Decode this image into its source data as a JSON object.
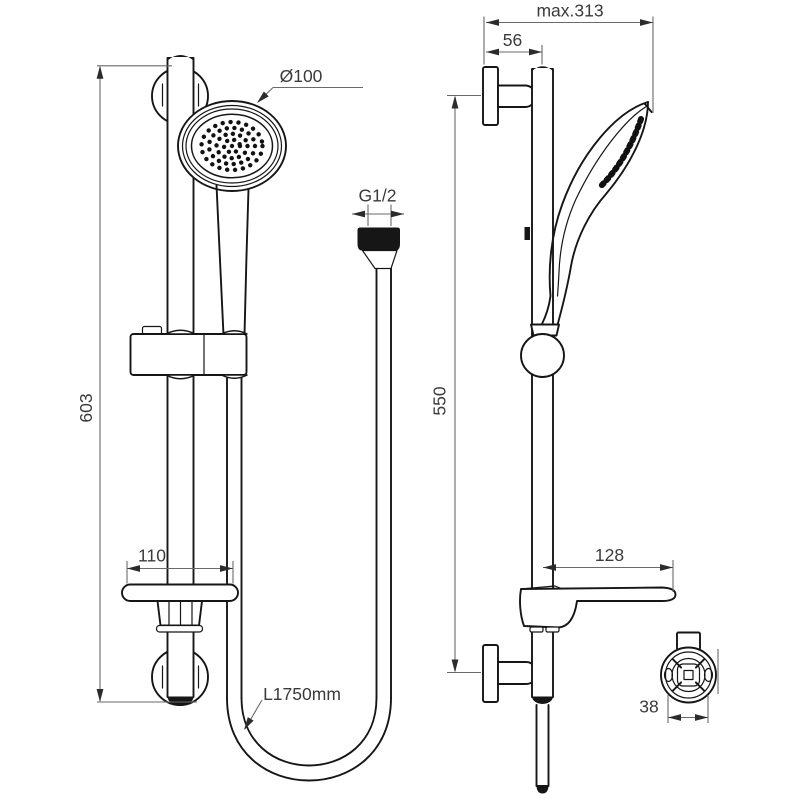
{
  "colors": {
    "background": "#ffffff",
    "line": "#161616",
    "dimension_line": "#6a6a6a",
    "text": "#3a3a3a"
  },
  "front_view": {
    "rail_height_label": "603",
    "head_diameter_label": "Ø100",
    "hose_thread_label": "G1/2",
    "soap_dish_width_label": "110",
    "hose_length_label": "L1750mm"
  },
  "side_view": {
    "max_depth_label": "max.313",
    "bracket_offset_label": "56",
    "bracket_spacing_label": "550",
    "shelf_depth_label": "128"
  },
  "detail_view": {
    "bracket_width_label": "38"
  }
}
